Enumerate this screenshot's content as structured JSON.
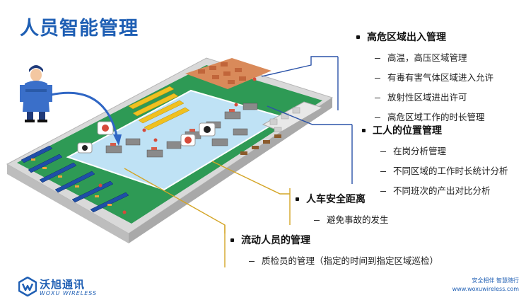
{
  "title": "人员智能管理",
  "sections": [
    {
      "heading": "高危区域出入管理",
      "items": [
        "高温，高压区域管理",
        "有毒有害气体区域进入允许",
        "放射性区域进出许可",
        "高危区域工作的时长管理"
      ]
    },
    {
      "heading": "工人的位置管理",
      "items": [
        "在岗分析管理",
        "不同区域的工作时长统计分析",
        "不同班次的产出对比分析"
      ]
    },
    {
      "heading": "人车安全距离",
      "items": [
        "避免事故的发生"
      ]
    },
    {
      "heading": "流动人员的管理",
      "items": [
        "质检员的管理（指定的时间到指定区域巡检）"
      ]
    }
  ],
  "footer": {
    "brand_cn": "沃旭通讯",
    "brand_en": "WOXU WIRELESS",
    "slogan": "安全相伴 智慧随行",
    "url": "www.woxuwireless.com"
  },
  "colors": {
    "accent": "#1f5fb4",
    "callout_blue": "#2b53a8",
    "callout_gold": "#d4a526",
    "floor": "#2e9a55",
    "zone": "#bfe2f5"
  }
}
